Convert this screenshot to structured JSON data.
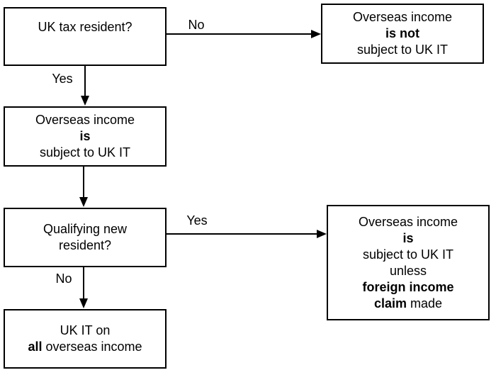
{
  "diagram": {
    "boxes": {
      "uk_tax_resident": {
        "line1": "UK tax resident?"
      },
      "not_subject": {
        "line1": "Overseas income",
        "line2_bold": "is not",
        "line3": "subject to UK IT"
      },
      "subject": {
        "line1": "Overseas income",
        "line2_bold": "is",
        "line3": "subject to UK IT"
      },
      "qualifying_new_resident": {
        "line1": "Qualifying new",
        "line2": "resident?"
      },
      "subject_unless_claim": {
        "line1": "Overseas income",
        "line2_bold": "is",
        "line3": "subject to UK IT",
        "line4": "unless",
        "line5_bold": "foreign income",
        "line6_bold": "claim",
        "line6_rest": " made"
      },
      "uk_it_on_all": {
        "line1": "UK IT on",
        "line2_bold": "all",
        "line2_rest": " overseas income"
      }
    },
    "edge_labels": {
      "no_top": "No",
      "yes_top": "Yes",
      "yes_middle": "Yes",
      "no_bottom": "No"
    },
    "colors": {
      "background": "#ffffff",
      "box_border": "#000000",
      "text": "#000000",
      "connector": "#000000"
    }
  }
}
